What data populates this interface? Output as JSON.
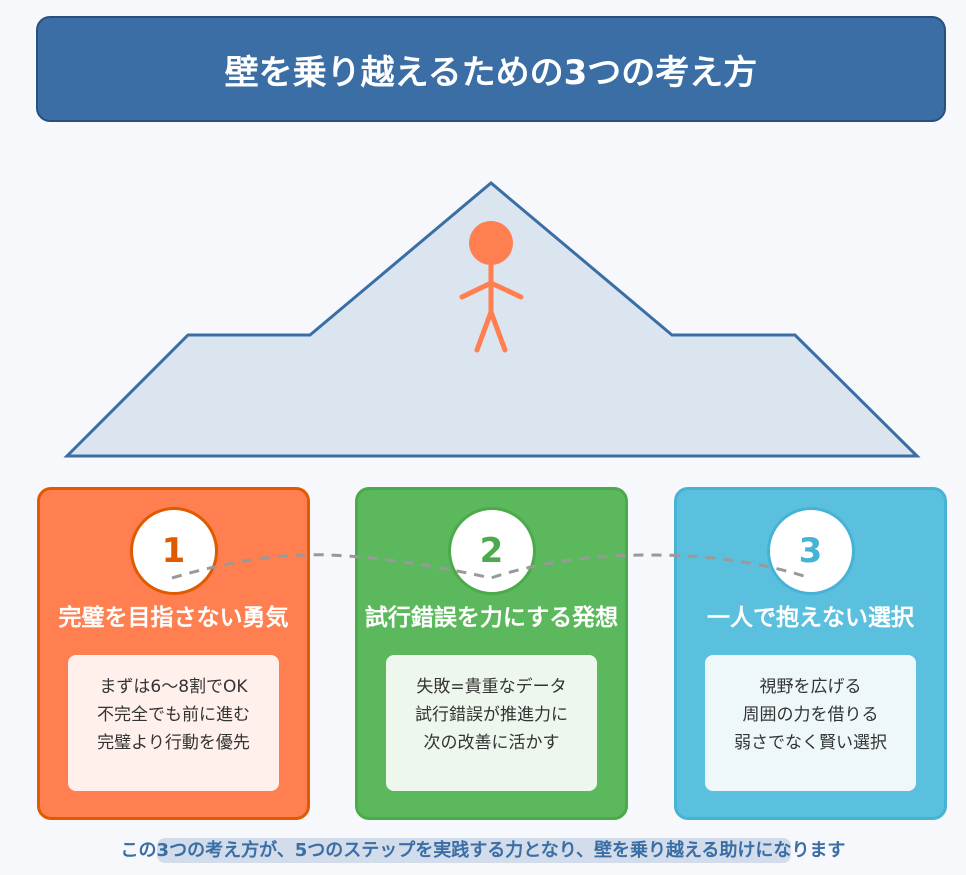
{
  "title": "壁を乗り越えるための3つの考え方",
  "cards": [
    {
      "number": "1",
      "title": "完璧を目指さない勇気",
      "lines": [
        "まずは6〜8割でOK",
        "不完全でも前に進む",
        "完璧より行動を優先"
      ],
      "color": "#ff7f50",
      "accent": "#e05a00"
    },
    {
      "number": "2",
      "title": "試行錯誤を力にする発想",
      "lines": [
        "失敗=貴重なデータ",
        "試行錯誤が推進力に",
        "次の改善に活かす"
      ],
      "color": "#5cb85c",
      "accent": "#4caa4c"
    },
    {
      "number": "3",
      "title": "一人で抱えない選択",
      "lines": [
        "視野を広げる",
        "周囲の力を借りる",
        "弱さでなく賢い選択"
      ],
      "color": "#5bc0de",
      "accent": "#46b3d6"
    }
  ],
  "footer": {
    "pre": "この",
    "highlight": "3つの考え方が、5つのステップを実践する力となり、壁を乗り越える助けにな",
    "post": "ります"
  }
}
